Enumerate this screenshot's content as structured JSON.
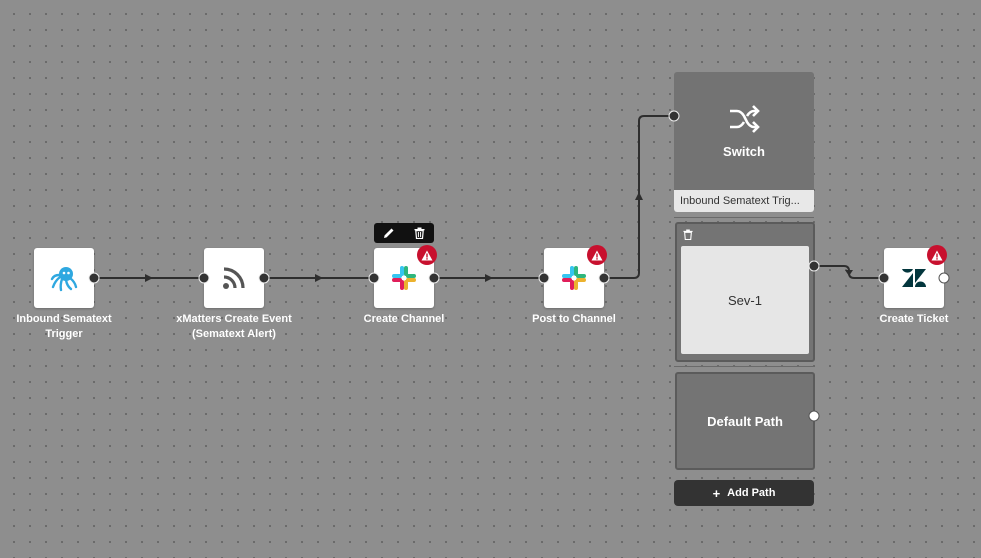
{
  "steps": [
    {
      "label": "Inbound Sematext\nTrigger",
      "icon": "sematext-octopus-icon",
      "warning": false
    },
    {
      "label": "xMatters Create Event\n(Sematext Alert)",
      "icon": "rss-feed-icon",
      "warning": false
    },
    {
      "label": "Create Channel",
      "icon": "slack-icon",
      "warning": true
    },
    {
      "label": "Post to Channel",
      "icon": "slack-icon",
      "warning": true
    },
    {
      "label": "Create Ticket",
      "icon": "zendesk-icon",
      "warning": true
    }
  ],
  "toolbar": {
    "edit_icon": "pencil-icon",
    "delete_icon": "trash-icon"
  },
  "switch": {
    "title": "Switch",
    "icon": "shuffle-icon",
    "subtitle": "Inbound Sematext Trig..."
  },
  "paths": [
    {
      "label": "Sev-1",
      "delete_icon": "trash-icon"
    },
    {
      "label": "Default Path"
    }
  ],
  "add_path": {
    "label": "Add Path",
    "icon": "plus-icon"
  },
  "colors": {
    "canvas": "#8e8e8e",
    "warning": "#c8102e",
    "sematext": "#2fa8e0",
    "zendesk": "#03363d"
  }
}
